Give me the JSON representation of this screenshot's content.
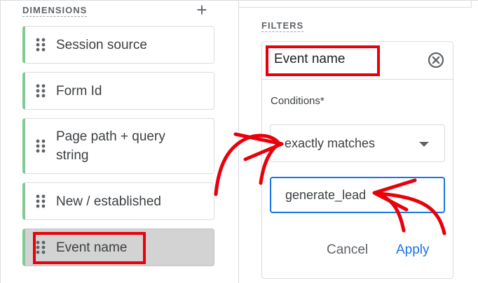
{
  "dimensions": {
    "section_label": "DIMENSIONS",
    "add_icon": "plus-icon",
    "items": [
      {
        "label": "Session source"
      },
      {
        "label": "Form Id"
      },
      {
        "label": "Page path + query\nstring"
      },
      {
        "label": "New / established"
      },
      {
        "label": "Event name",
        "selected": true
      }
    ]
  },
  "filters": {
    "section_label": "FILTERS",
    "filter": {
      "title": "Event name",
      "clear_icon": "clear-circle-icon",
      "conditions_label": "Conditions*",
      "match_type": "exactly matches",
      "value": "generate_lead",
      "cancel_label": "Cancel",
      "apply_label": "Apply"
    }
  },
  "colors": {
    "accent": "#1a73e8",
    "chip_border": "#81c995",
    "annotation": "#e8000b",
    "selected_bg": "#d3d3d3"
  }
}
